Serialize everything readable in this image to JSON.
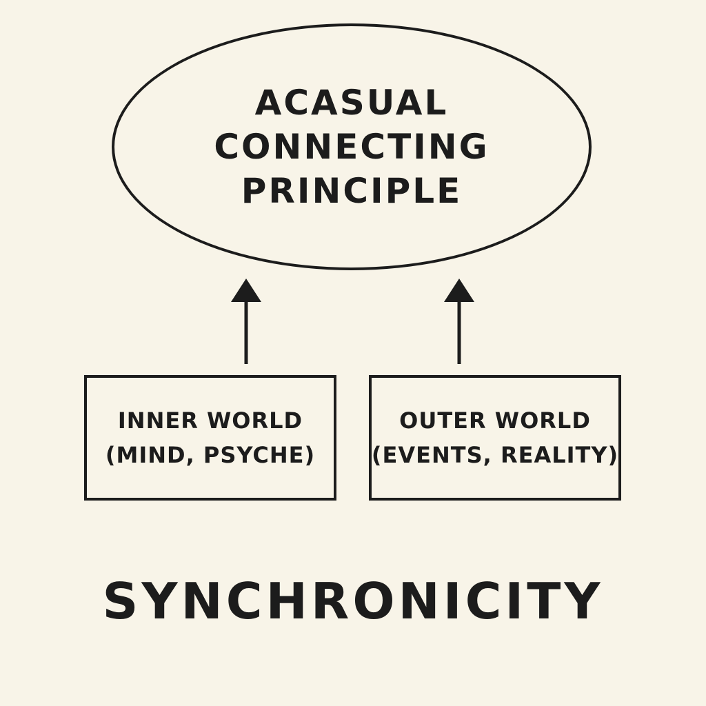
{
  "diagram": {
    "principle": {
      "lines": [
        "ACASUAL",
        "CONNECTING",
        "PRINCIPLE"
      ]
    },
    "inner_world": {
      "lines": [
        "INNER WORLD",
        "(MIND, PSYCHE)"
      ]
    },
    "outer_world": {
      "lines": [
        "OUTER WORLD",
        "(EVENTS, REALITY)"
      ]
    },
    "title": "SYNCHRONICITY",
    "colors": {
      "background": "#f8f4e8",
      "ink": "#1c1c1c"
    },
    "connectors": [
      {
        "from": "inner_world",
        "to": "principle",
        "style": "arrow"
      },
      {
        "from": "outer_world",
        "to": "principle",
        "style": "arrow"
      }
    ]
  }
}
